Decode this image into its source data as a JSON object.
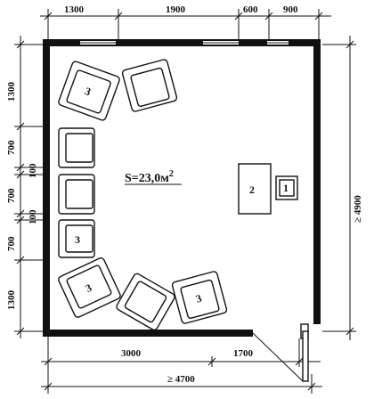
{
  "area_label": "S=23,0м",
  "area_sup": "2",
  "top_dims": [
    "1300",
    "1900",
    "600",
    "900"
  ],
  "left_dims": [
    "1300",
    "700",
    "100",
    "700",
    "100",
    "700",
    "1300"
  ],
  "right_dim": "≥ 4900",
  "bottom_dims": [
    "3000",
    "1700"
  ],
  "bottom_total": "≥ 4700",
  "labels": {
    "one": "1",
    "two": "2",
    "three": "3"
  }
}
